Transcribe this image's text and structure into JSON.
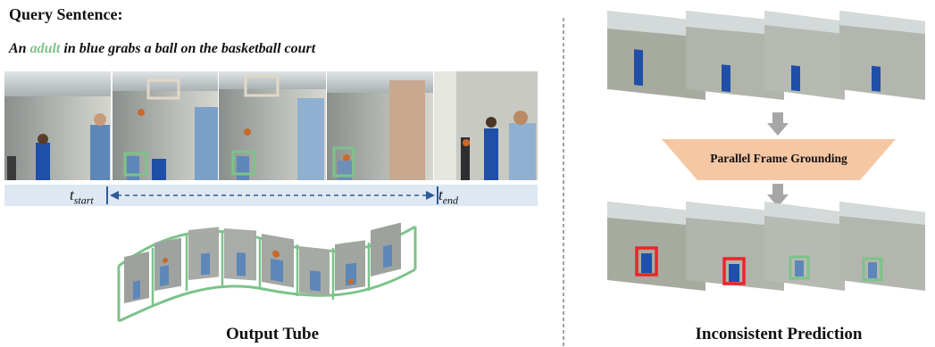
{
  "left_panel": {
    "heading": "Query Sentence:",
    "query_parts": [
      "An ",
      "adult",
      " in blue grabs a ball on the basketball court"
    ],
    "t_start": {
      "base": "t",
      "sub": "start"
    },
    "t_end": {
      "base": "t",
      "sub": "end"
    },
    "caption": "Output Tube"
  },
  "right_panel": {
    "module_label": "Parallel Frame Grounding",
    "caption": "Inconsistent Prediction"
  },
  "colors": {
    "green_box": "#7cc38a",
    "red_box": "#e8262a",
    "timeline_bg": "#dde8f3",
    "arrow_blue": "#2d5a9a",
    "module_fill": "#f6c7a3",
    "gray_arrow": "#a6a6a6"
  }
}
